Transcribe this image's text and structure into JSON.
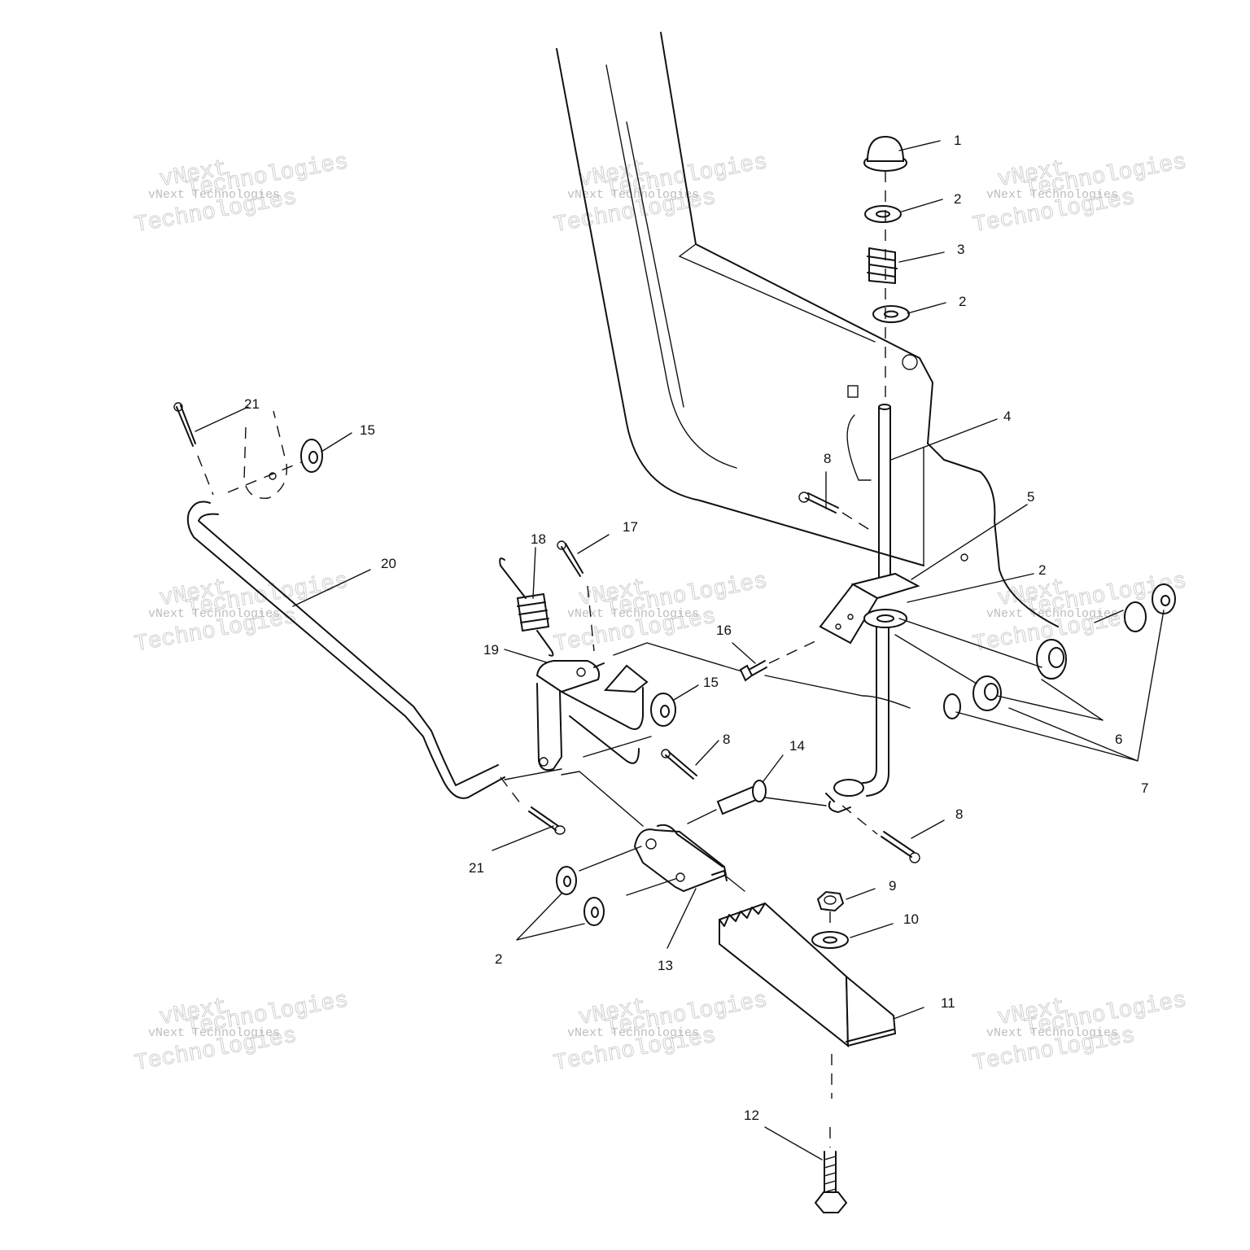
{
  "diagram": {
    "callouts": [
      {
        "id": "c1",
        "label": "1"
      },
      {
        "id": "c2a",
        "label": "2"
      },
      {
        "id": "c3",
        "label": "3"
      },
      {
        "id": "c2b",
        "label": "2"
      },
      {
        "id": "c4",
        "label": "4"
      },
      {
        "id": "c8a",
        "label": "8"
      },
      {
        "id": "c5",
        "label": "5"
      },
      {
        "id": "c2c",
        "label": "2"
      },
      {
        "id": "c21a",
        "label": "21"
      },
      {
        "id": "c15a",
        "label": "15"
      },
      {
        "id": "c20",
        "label": "20"
      },
      {
        "id": "c18",
        "label": "18"
      },
      {
        "id": "c17",
        "label": "17"
      },
      {
        "id": "c19",
        "label": "19"
      },
      {
        "id": "c16",
        "label": "16"
      },
      {
        "id": "c15b",
        "label": "15"
      },
      {
        "id": "c6",
        "label": "6"
      },
      {
        "id": "c7",
        "label": "7"
      },
      {
        "id": "c8b",
        "label": "8"
      },
      {
        "id": "c14",
        "label": "14"
      },
      {
        "id": "c8c",
        "label": "8"
      },
      {
        "id": "c21b",
        "label": "21"
      },
      {
        "id": "c9",
        "label": "9"
      },
      {
        "id": "c10",
        "label": "10"
      },
      {
        "id": "c2d",
        "label": "2"
      },
      {
        "id": "c13",
        "label": "13"
      },
      {
        "id": "c11",
        "label": "11"
      },
      {
        "id": "c12",
        "label": "12"
      }
    ],
    "watermark": {
      "brand": "vNext",
      "line_small": "vNext Technologies",
      "line_big": "Technologies"
    }
  }
}
